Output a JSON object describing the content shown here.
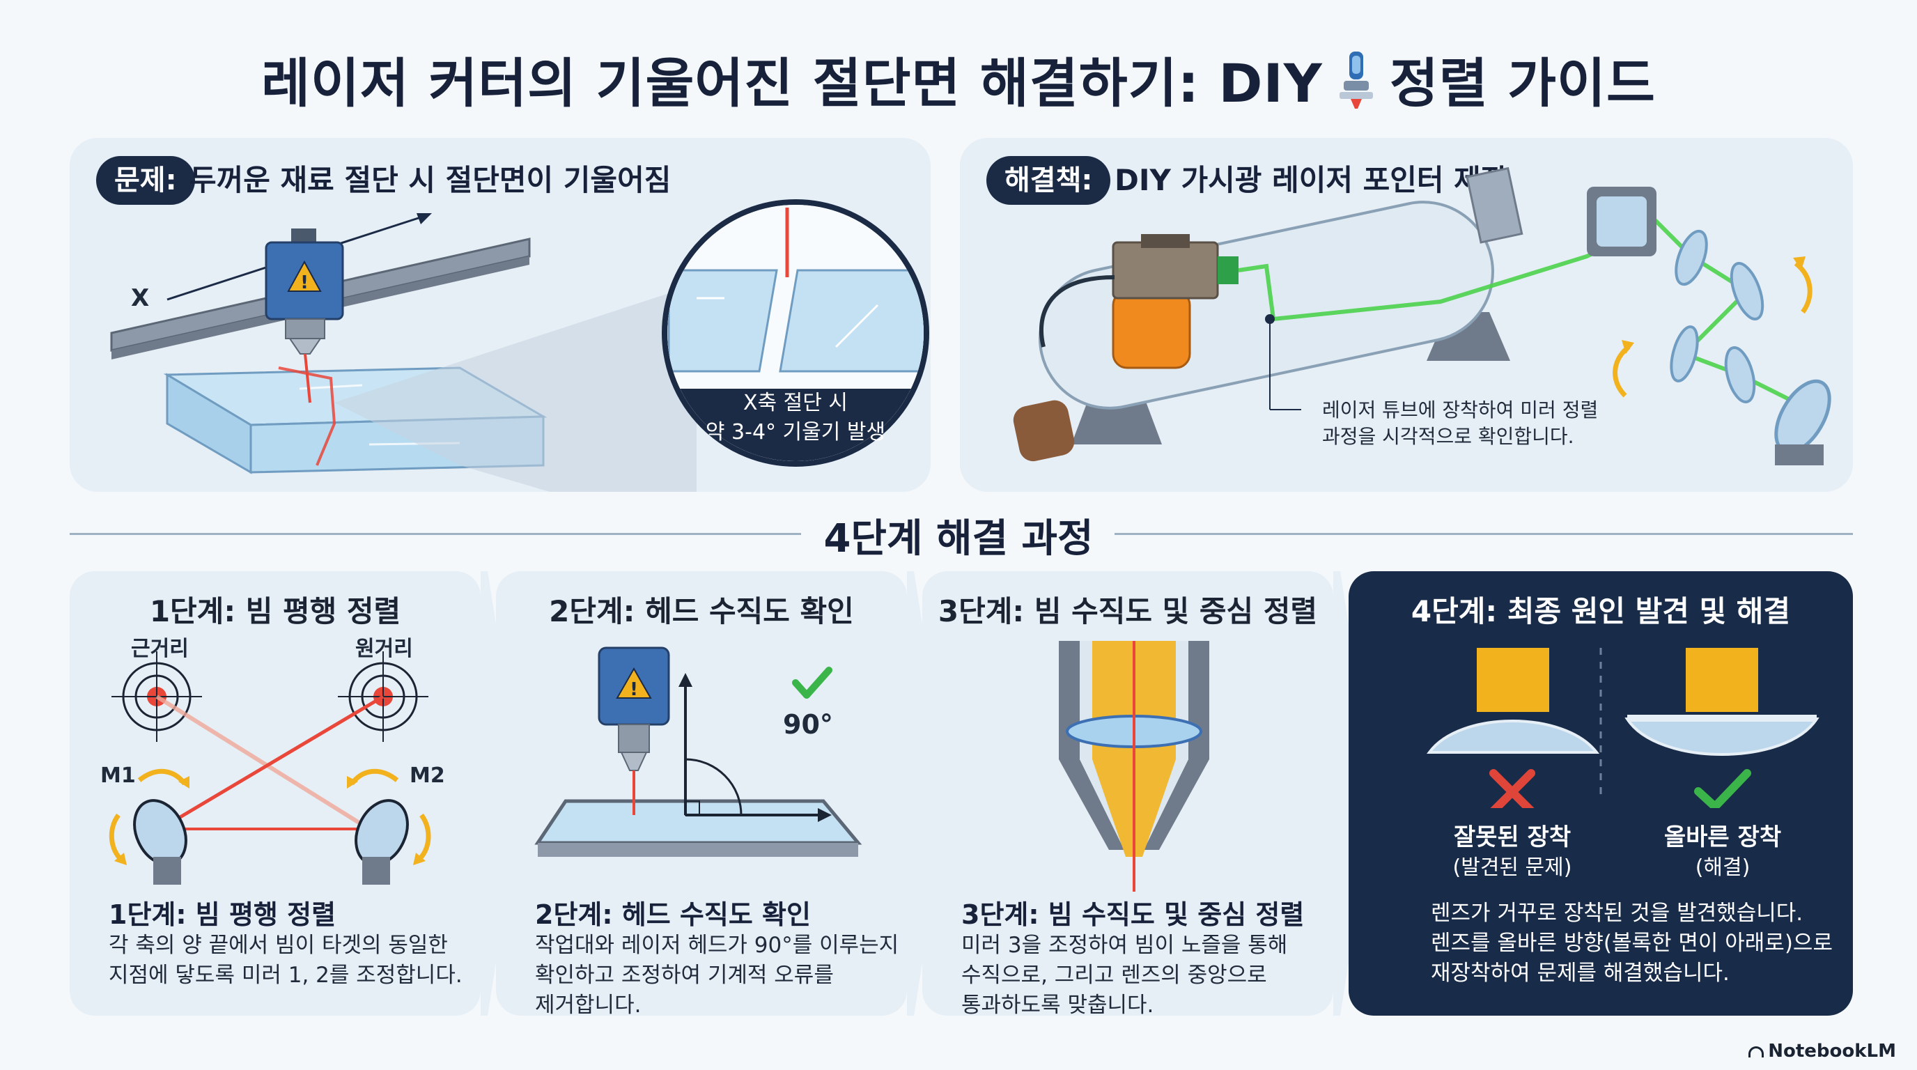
{
  "title": {
    "before": "레이저 커터의 기울어진 절단면 해결하기: DIY",
    "after": "정렬 가이드"
  },
  "problem": {
    "tag": "문제:",
    "desc": "두꺼운 재료 절단 시 절단면이 기울어짐",
    "axis_label": "X",
    "callout_line1": "X축 절단 시",
    "callout_line2": "약 3-4° 기울기 발생"
  },
  "solution": {
    "tag": "해결책:",
    "desc": "DIY 가시광 레이저 포인터 제작",
    "note_line1": "레이저 튜브에 장착하여 미러 정렬",
    "note_line2": "과정을 시각적으로 확인합니다."
  },
  "section": {
    "title": "4단계 해결 과정"
  },
  "steps": [
    {
      "title": "1단계: 빔 평행 정렬",
      "near": "근거리",
      "far": "원거리",
      "m1": "M1",
      "m2": "M2",
      "sub": "1단계: 빔 평행 정렬",
      "desc1": "각 축의 양 끝에서 빔이 타겟의 동일한",
      "desc2": "지점에 닿도록 미러 1, 2를 조정합니다."
    },
    {
      "title": "2단계: 헤드 수직도 확인",
      "angle": "90°",
      "sub": "2단계: 헤드 수직도 확인",
      "desc1": "작업대와 레이저 헤드가 90°를 이루는지",
      "desc2": "확인하고 조정하여 기계적 오류를",
      "desc3": "제거합니다."
    },
    {
      "title": "3단계: 빔 수직도 및 중심 정렬",
      "sub": "3단계: 빔 수직도 및 중심 정렬",
      "desc1": "미러 3을 조정하여 빔이 노즐을 통해",
      "desc2": "수직으로, 그리고 렌즈의 중앙으로",
      "desc3": "통과하도록 맞춥니다."
    },
    {
      "title": "4단계: 최종 원인 발견 및 해결",
      "wrong": "잘못된 장착",
      "wrong_sub": "(발견된 문제)",
      "right": "올바른 장착",
      "right_sub": "(해결)",
      "desc1": "렌즈가 거꾸로 장착된 것을 발견했습니다.",
      "desc2": "렌즈를 올바른 방향(볼록한 면이 아래로)으로",
      "desc3": "재장착하여 문제를 해결했습니다."
    }
  ],
  "footer": "NotebookLM",
  "colors": {
    "navy": "#1b2a45",
    "laser_red": "#e8473a",
    "laser_green": "#4bd24b",
    "accent_yellow": "#f2b21e",
    "check_green": "#3bb54a",
    "cross_red": "#e0453a"
  }
}
